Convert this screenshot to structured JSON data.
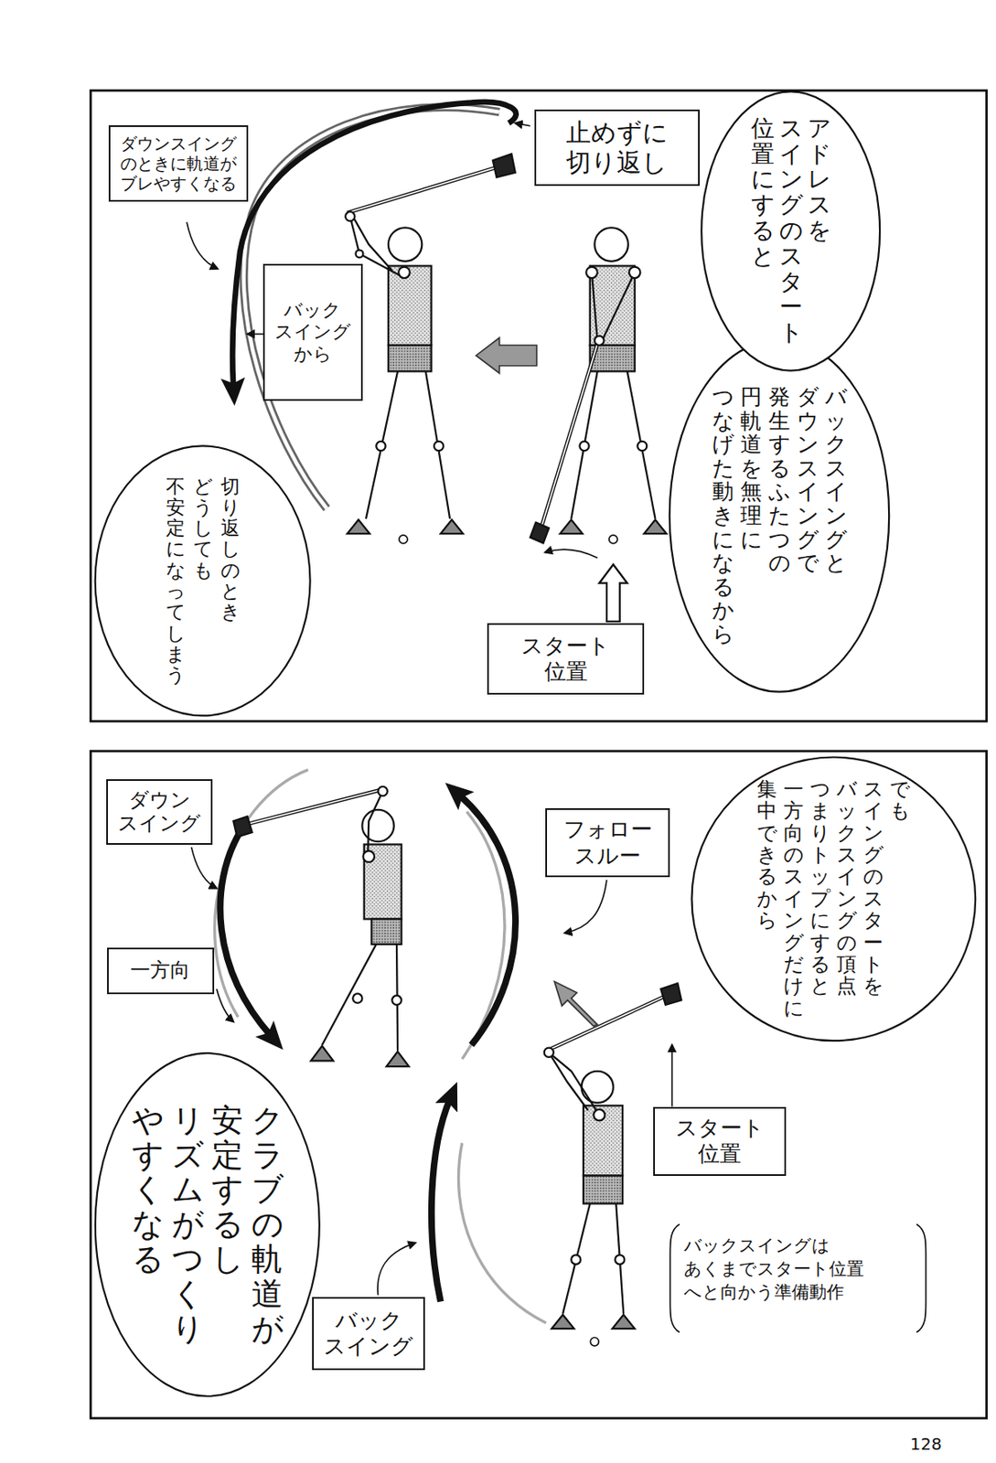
{
  "diagram": {
    "nodes": [
      {
        "text": [
          "ダウンスイング のときに軌道が ブレやすくなる"
        ]
      },
      {
        "text": [
          "止めずに 切り返し"
        ]
      },
      {
        "text": [
          "アドレスを スイングのスタート 位置にすると"
        ]
      },
      {
        "text": [
          "バック スイング から"
        ]
      },
      {
        "text": [
          "バックスイングと ダウンスイングで 発生するふたつの 円軌道を無理に つなげた動きになるから"
        ]
      },
      {
        "text": [
          "切り返しのとき どうしても 不安定になってしまう"
        ]
      },
      {
        "text": [
          "スタート 位置"
        ]
      },
      {
        "text": [
          "ダウン スイング"
        ]
      },
      {
        "text": [
          "フォロー スルー"
        ]
      },
      {
        "text": [
          "でも スイングのスタートを バックスイングの頂点 つまりトップにすると 一方向のスイングだけに 集中できるから"
        ]
      },
      {
        "text": [
          "一方向"
        ]
      },
      {
        "text": [
          "クラブの軌道が 安定するし リズムがつくり やすくなる"
        ]
      },
      {
        "text": [
          "スタート 位置"
        ]
      },
      {
        "text": [
          "バック スイング"
        ]
      }
    ],
    "labels": [
      "バックスイングは あくまでスタート位置 へと向かう準備動作",
      "128"
    ]
  }
}
